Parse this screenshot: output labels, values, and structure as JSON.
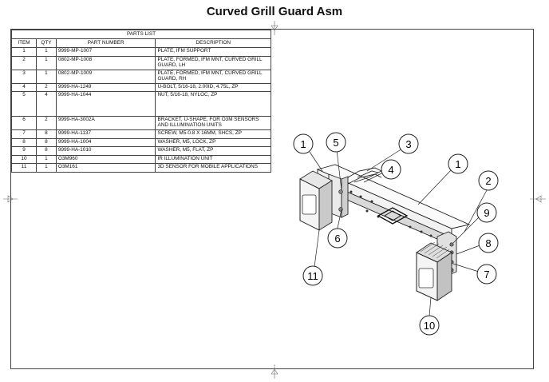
{
  "title": "Curved Grill Guard Asm",
  "parts_list": {
    "caption": "PARTS LIST",
    "headers": [
      "ITEM",
      "QTY",
      "PART NUMBER",
      "DESCRIPTION"
    ],
    "rows": [
      {
        "item": "1",
        "qty": "1",
        "part": "9999-MP-1007",
        "desc": "PLATE, IFM SUPPORT"
      },
      {
        "item": "2",
        "qty": "1",
        "part": "0802-MP-1008",
        "desc": "PLATE, FORMED, IFM MNT, CURVED GRILL GUARD, LH"
      },
      {
        "item": "3",
        "qty": "1",
        "part": "0802-MP-1009",
        "desc": "PLATE, FORMED, IFM MNT, CURVED GRILL GUARD, RH"
      },
      {
        "item": "4",
        "qty": "2",
        "part": "9999-HA-1249",
        "desc": "U-BOLT, 5/16-18, 2.00ID, 4.75L, ZP"
      },
      {
        "item": "5",
        "qty": "4",
        "part": "9999-HA-1044",
        "desc": "NUT, 5/16-18, NYLOC, ZP"
      },
      {
        "item": "6",
        "qty": "2",
        "part": "9999-HA-3002A",
        "desc": "BRACKET, U-SHAPE, FOR O3M SENSORS AND ILLUMINATION UNITS"
      },
      {
        "item": "7",
        "qty": "8",
        "part": "9999-HA-1137",
        "desc": "SCREW, M5-0.8 X 16MM, SHCS, ZP"
      },
      {
        "item": "8",
        "qty": "8",
        "part": "9999-HA-1004",
        "desc": "WASHER, M5, LOCK, ZP"
      },
      {
        "item": "9",
        "qty": "8",
        "part": "9999-HA-1010",
        "desc": "WASHER, M5, FLAT, ZP"
      },
      {
        "item": "10",
        "qty": "1",
        "part": "O3M960",
        "desc": "IR ILLUMINATION UNIT"
      },
      {
        "item": "11",
        "qty": "1",
        "part": "O3M161",
        "desc": "3D SENSOR FOR MOBILE APPLICATIONS"
      }
    ]
  },
  "balloons": [
    "1",
    "5",
    "3",
    "4",
    "1",
    "2",
    "9",
    "8",
    "7",
    "6",
    "11",
    "10"
  ]
}
